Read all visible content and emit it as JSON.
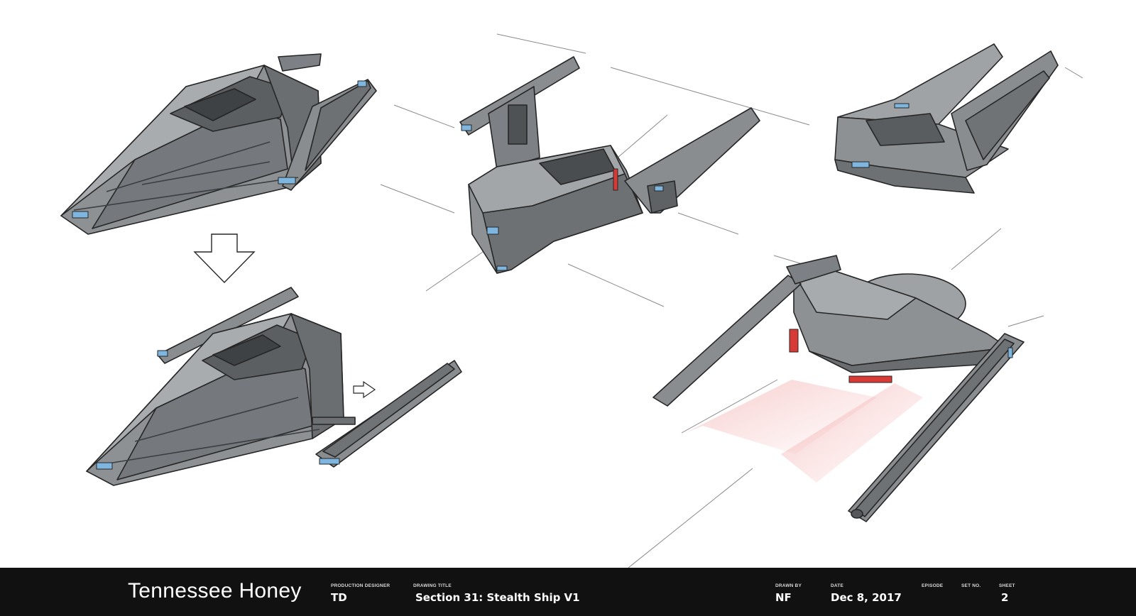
{
  "sheet": {
    "project": "Tennessee Honey",
    "fields": [
      {
        "label": "PRODUCTION DESIGNER",
        "value": "TD"
      },
      {
        "label": "DRAWING TITLE",
        "value": "Section 31: Stealth Ship V1"
      },
      {
        "label": "DRAWN BY",
        "value": "NF"
      },
      {
        "label": "DATE",
        "value": "Dec 8, 2017"
      },
      {
        "label": "EPISODE",
        "value": ""
      },
      {
        "label": "SET NO.",
        "value": ""
      },
      {
        "label": "SHEET",
        "value": "2"
      }
    ]
  },
  "colors": {
    "hull_light": "#9c9fa2",
    "hull_mid": "#7d8084",
    "hull_dark": "#55585b",
    "ink": "#262626",
    "glow_blue": "#7fb6e0",
    "glow_red": "#d83a36",
    "title_block_bg": "#111111"
  }
}
